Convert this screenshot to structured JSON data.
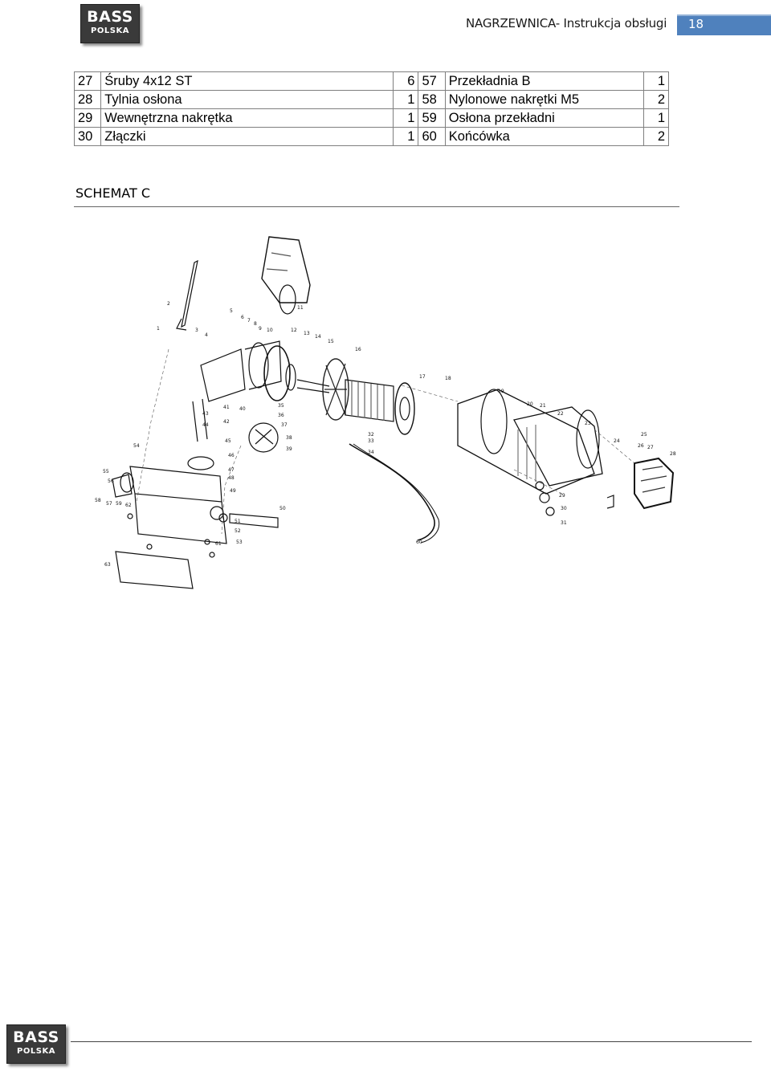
{
  "header": {
    "logo_line1": "BASS",
    "logo_line2": "POLSKA",
    "title": "NAGRZEWNICA- Instrukcja obsługi",
    "page_number": "18"
  },
  "parts_table": {
    "rows": [
      {
        "n1": "27",
        "name1": "Śruby 4x12 ST",
        "q1": "6",
        "n2": "57",
        "name2": "Przekładnia B",
        "q2": "1"
      },
      {
        "n1": "28",
        "name1": "Tylnia osłona",
        "q1": "1",
        "n2": "58",
        "name2": "Nylonowe nakrętki M5",
        "q2": "2"
      },
      {
        "n1": "29",
        "name1": "Wewnętrzna nakrętka",
        "q1": "1",
        "n2": "59",
        "name2": "Osłona przekładni",
        "q2": "1"
      },
      {
        "n1": "30",
        "name1": "Złączki",
        "q1": "1",
        "n2": "60",
        "name2": "Końcówka",
        "q2": "2"
      }
    ]
  },
  "section": {
    "title": "SCHEMAT C"
  },
  "diagram": {
    "part_labels": [
      "1",
      "2",
      "3",
      "4",
      "5",
      "6",
      "7",
      "8",
      "9",
      "10",
      "11",
      "12",
      "13",
      "14",
      "15",
      "16",
      "17",
      "18",
      "19",
      "20",
      "21",
      "22",
      "23",
      "24",
      "25",
      "26",
      "27",
      "28",
      "29",
      "30",
      "31",
      "32",
      "33",
      "34",
      "35",
      "36",
      "37",
      "38",
      "39",
      "40",
      "41",
      "42",
      "43",
      "44",
      "45",
      "46",
      "47",
      "48",
      "49",
      "50",
      "51",
      "52",
      "53",
      "54",
      "55",
      "56",
      "57",
      "58",
      "59",
      "60",
      "61",
      "62",
      "63"
    ]
  },
  "footer": {
    "logo_line1": "BASS",
    "logo_line2": "POLSKA"
  }
}
